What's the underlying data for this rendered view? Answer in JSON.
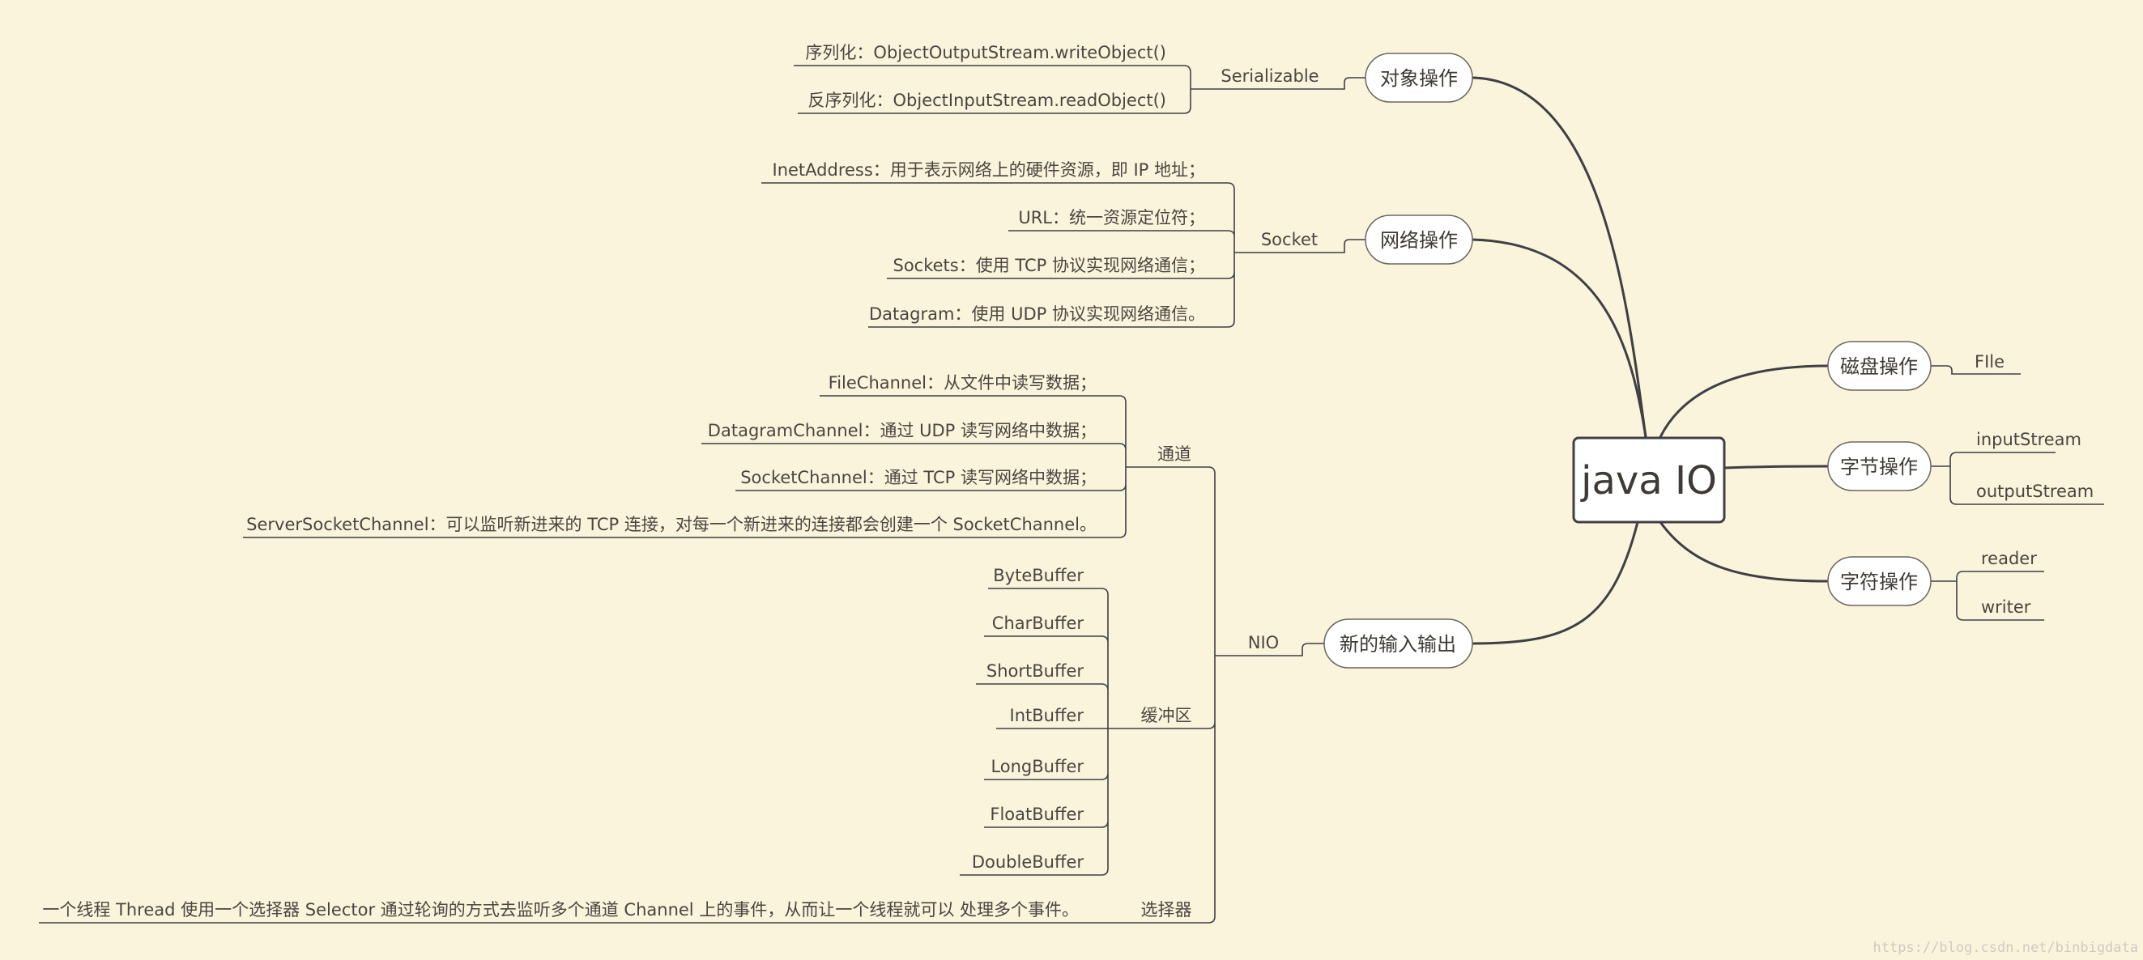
{
  "colors": {
    "background": "#fbf4dc",
    "line": "#3f3f44",
    "node_fill": "#ffffff",
    "text": "#4a4540"
  },
  "root": "java IO",
  "branches": {
    "object": {
      "label": "对象操作",
      "sub": "Serializable",
      "items": [
        "序列化：ObjectOutputStream.writeObject()",
        "反序列化：ObjectInputStream.readObject()"
      ]
    },
    "network": {
      "label": "网络操作",
      "sub": "Socket",
      "items": [
        "InetAddress：用于表示网络上的硬件资源，即 IP 地址；",
        "URL：统一资源定位符；",
        "Sockets：使用 TCP 协议实现网络通信；",
        "Datagram：使用 UDP 协议实现网络通信。"
      ]
    },
    "nio": {
      "label": "新的输入输出",
      "sub": "NIO",
      "channel": {
        "label": "通道",
        "items": [
          "FileChannel：从文件中读写数据；",
          "DatagramChannel：通过 UDP 读写网络中数据；",
          "SocketChannel：通过 TCP 读写网络中数据；",
          "ServerSocketChannel：可以监听新进来的 TCP 连接，对每一个新进来的连接都会创建一个 SocketChannel。"
        ]
      },
      "buffer": {
        "label": "缓冲区",
        "items": [
          "ByteBuffer",
          "CharBuffer",
          "ShortBuffer",
          "IntBuffer",
          "LongBuffer",
          "FloatBuffer",
          "DoubleBuffer"
        ]
      },
      "selector": {
        "label": "选择器",
        "item": "一个线程 Thread 使用一个选择器 Selector 通过轮询的方式去监听多个通道 Channel 上的事件，从而让一个线程就可以 处理多个事件。"
      }
    },
    "disk": {
      "label": "磁盘操作",
      "items": [
        "FIle"
      ]
    },
    "byte": {
      "label": "字节操作",
      "items": [
        "inputStream",
        "outputStream"
      ]
    },
    "char": {
      "label": "字符操作",
      "items": [
        "reader",
        "writer"
      ]
    }
  },
  "watermark": "https://blog.csdn.net/binbigdata"
}
